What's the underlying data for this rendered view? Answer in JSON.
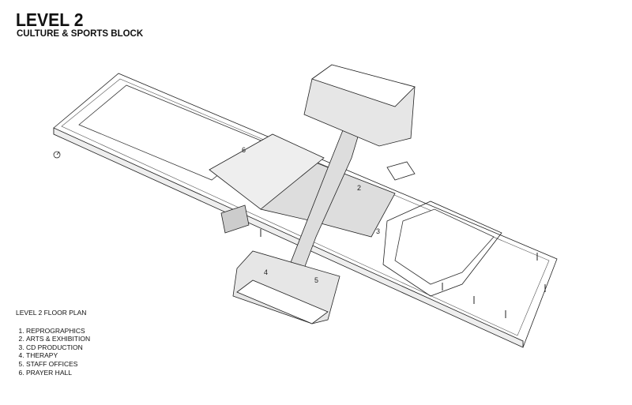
{
  "header": {
    "title": "LEVEL 2",
    "subtitle": "CULTURE & SPORTS BLOCK"
  },
  "legend": {
    "heading": "LEVEL 2 FLOOR PLAN",
    "items": [
      "REPROGRAPHICS",
      "ARTS & EXHIBITION",
      "CD PRODUCTION",
      "THERAPY",
      "STAFF OFFICES",
      "PRAYER HALL"
    ]
  },
  "plan_labels": {
    "prayer_hall": "6",
    "arts": "2",
    "cd": "3",
    "therapy": "4",
    "staff": "5"
  }
}
